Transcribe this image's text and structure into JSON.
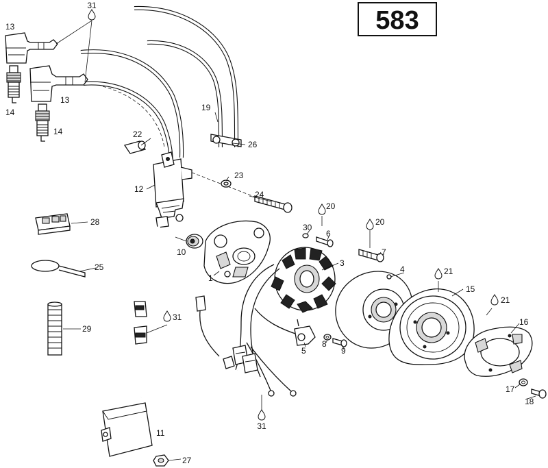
{
  "page": {
    "number": "583"
  },
  "callouts": [
    {
      "id": "c31a",
      "label": "31",
      "drop": true
    },
    {
      "id": "c13a",
      "label": "13"
    },
    {
      "id": "c13b",
      "label": "13"
    },
    {
      "id": "c14a",
      "label": "14"
    },
    {
      "id": "c14b",
      "label": "14"
    },
    {
      "id": "c19",
      "label": "19"
    },
    {
      "id": "c26",
      "label": "26"
    },
    {
      "id": "c22",
      "label": "22"
    },
    {
      "id": "c23",
      "label": "23"
    },
    {
      "id": "c12",
      "label": "12"
    },
    {
      "id": "c24",
      "label": "24"
    },
    {
      "id": "c28",
      "label": "28"
    },
    {
      "id": "c20a",
      "label": "20",
      "drop": true
    },
    {
      "id": "c20b",
      "label": "20",
      "drop": true
    },
    {
      "id": "c30",
      "label": "30"
    },
    {
      "id": "c6",
      "label": "6"
    },
    {
      "id": "c7",
      "label": "7"
    },
    {
      "id": "c10",
      "label": "10"
    },
    {
      "id": "c3",
      "label": "3"
    },
    {
      "id": "c4",
      "label": "4"
    },
    {
      "id": "c21a",
      "label": "21",
      "drop": true
    },
    {
      "id": "c21b",
      "label": "21",
      "drop": true
    },
    {
      "id": "c15",
      "label": "15"
    },
    {
      "id": "c25",
      "label": "25"
    },
    {
      "id": "c1",
      "label": "1"
    },
    {
      "id": "c29",
      "label": "29"
    },
    {
      "id": "c31b",
      "label": "31",
      "drop": true
    },
    {
      "id": "c16",
      "label": "16"
    },
    {
      "id": "c5",
      "label": "5"
    },
    {
      "id": "c8",
      "label": "8"
    },
    {
      "id": "c9",
      "label": "9"
    },
    {
      "id": "c17",
      "label": "17"
    },
    {
      "id": "c18",
      "label": "18"
    },
    {
      "id": "c31c",
      "label": "31",
      "drop": true
    },
    {
      "id": "c11",
      "label": "11"
    },
    {
      "id": "c27",
      "label": "27"
    }
  ]
}
